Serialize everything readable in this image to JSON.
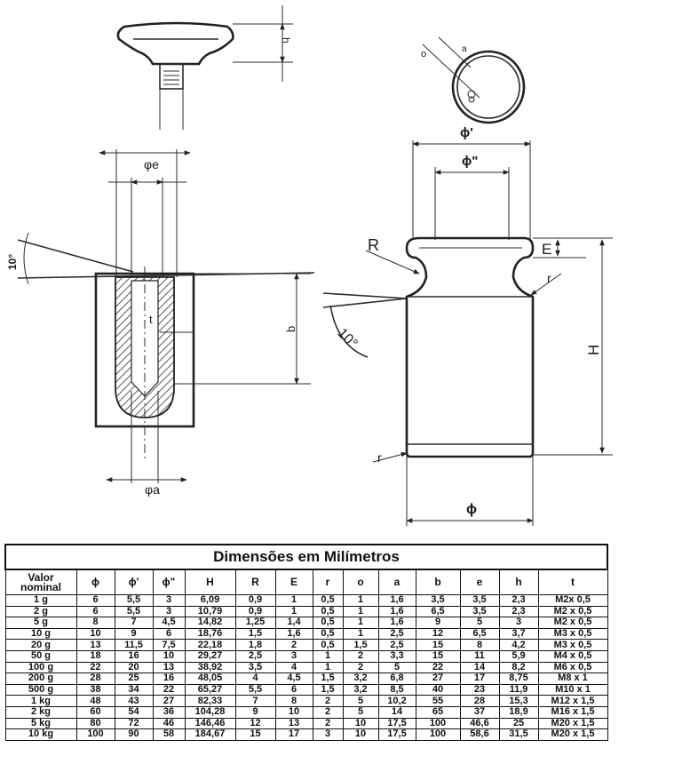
{
  "drawing": {
    "labels": {
      "phi_e": "φe",
      "phi_a": "φa",
      "t": "t",
      "b": "b",
      "h": "h",
      "ten_deg_left": "10°",
      "phi_prime": "ϕ'",
      "phi_dprime": "ϕ\"",
      "R": "R",
      "E": "E",
      "r_top": "r",
      "r_bottom": "r",
      "H": "H",
      "ten_deg": "10°",
      "phi": "ϕ",
      "o": "o",
      "a_small": "a"
    }
  },
  "table": {
    "title": "Dimensões em Milímetros",
    "headers": [
      "Valor nominal",
      "ϕ",
      "ϕ'",
      "ϕ\"",
      "H",
      "R",
      "E",
      "r",
      "o",
      "a",
      "b",
      "e",
      "h",
      "t"
    ],
    "rows": [
      [
        "1 g",
        "6",
        "5,5",
        "3",
        "6,09",
        "0,9",
        "1",
        "0,5",
        "1",
        "1,6",
        "3,5",
        "3,5",
        "2,3",
        "M2x 0,5"
      ],
      [
        "2 g",
        "6",
        "5,5",
        "3",
        "10,79",
        "0,9",
        "1",
        "0,5",
        "1",
        "1,6",
        "6,5",
        "3,5",
        "2,3",
        "M2 x 0,5"
      ],
      [
        "5 g",
        "8",
        "7",
        "4,5",
        "14,82",
        "1,25",
        "1,4",
        "0,5",
        "1",
        "1,6",
        "9",
        "5",
        "3",
        "M2 x 0,5"
      ],
      [
        "10 g",
        "10",
        "9",
        "6",
        "18,76",
        "1,5",
        "1,6",
        "0,5",
        "1",
        "2,5",
        "12",
        "6,5",
        "3,7",
        "M3 x 0,5"
      ],
      [
        "20 g",
        "13",
        "11,5",
        "7,5",
        "22,18",
        "1,8",
        "2",
        "0,5",
        "1,5",
        "2,5",
        "15",
        "8",
        "4,2",
        "M3 x 0,5"
      ],
      [
        "50 g",
        "18",
        "16",
        "10",
        "29,27",
        "2,5",
        "3",
        "1",
        "2",
        "3,3",
        "15",
        "11",
        "5,9",
        "M4 x 0,5"
      ],
      [
        "100 g",
        "22",
        "20",
        "13",
        "38,92",
        "3,5",
        "4",
        "1",
        "2",
        "5",
        "22",
        "14",
        "8,2",
        "M6 x 0,5"
      ],
      [
        "200 g",
        "28",
        "25",
        "16",
        "48,05",
        "4",
        "4,5",
        "1,5",
        "3,2",
        "6,8",
        "27",
        "17",
        "8,75",
        "M8 x 1"
      ],
      [
        "500 g",
        "38",
        "34",
        "22",
        "65,27",
        "5,5",
        "6",
        "1,5",
        "3,2",
        "8,5",
        "40",
        "23",
        "11,9",
        "M10 x 1"
      ],
      [
        "1 kg",
        "48",
        "43",
        "27",
        "82,33",
        "7",
        "8",
        "2",
        "5",
        "10,2",
        "55",
        "28",
        "15,3",
        "M12 x 1,5"
      ],
      [
        "2 kg",
        "60",
        "54",
        "36",
        "104,28",
        "9",
        "10",
        "2",
        "5",
        "14",
        "65",
        "37",
        "18,9",
        "M16 x 1,5"
      ],
      [
        "5 kg",
        "80",
        "72",
        "46",
        "146,46",
        "12",
        "13",
        "2",
        "10",
        "17,5",
        "100",
        "46,6",
        "25",
        "M20 x 1,5"
      ],
      [
        "10 kg",
        "100",
        "90",
        "58",
        "184,67",
        "15",
        "17",
        "3",
        "10",
        "17,5",
        "100",
        "58,6",
        "31,5",
        "M20 x 1,5"
      ]
    ]
  }
}
